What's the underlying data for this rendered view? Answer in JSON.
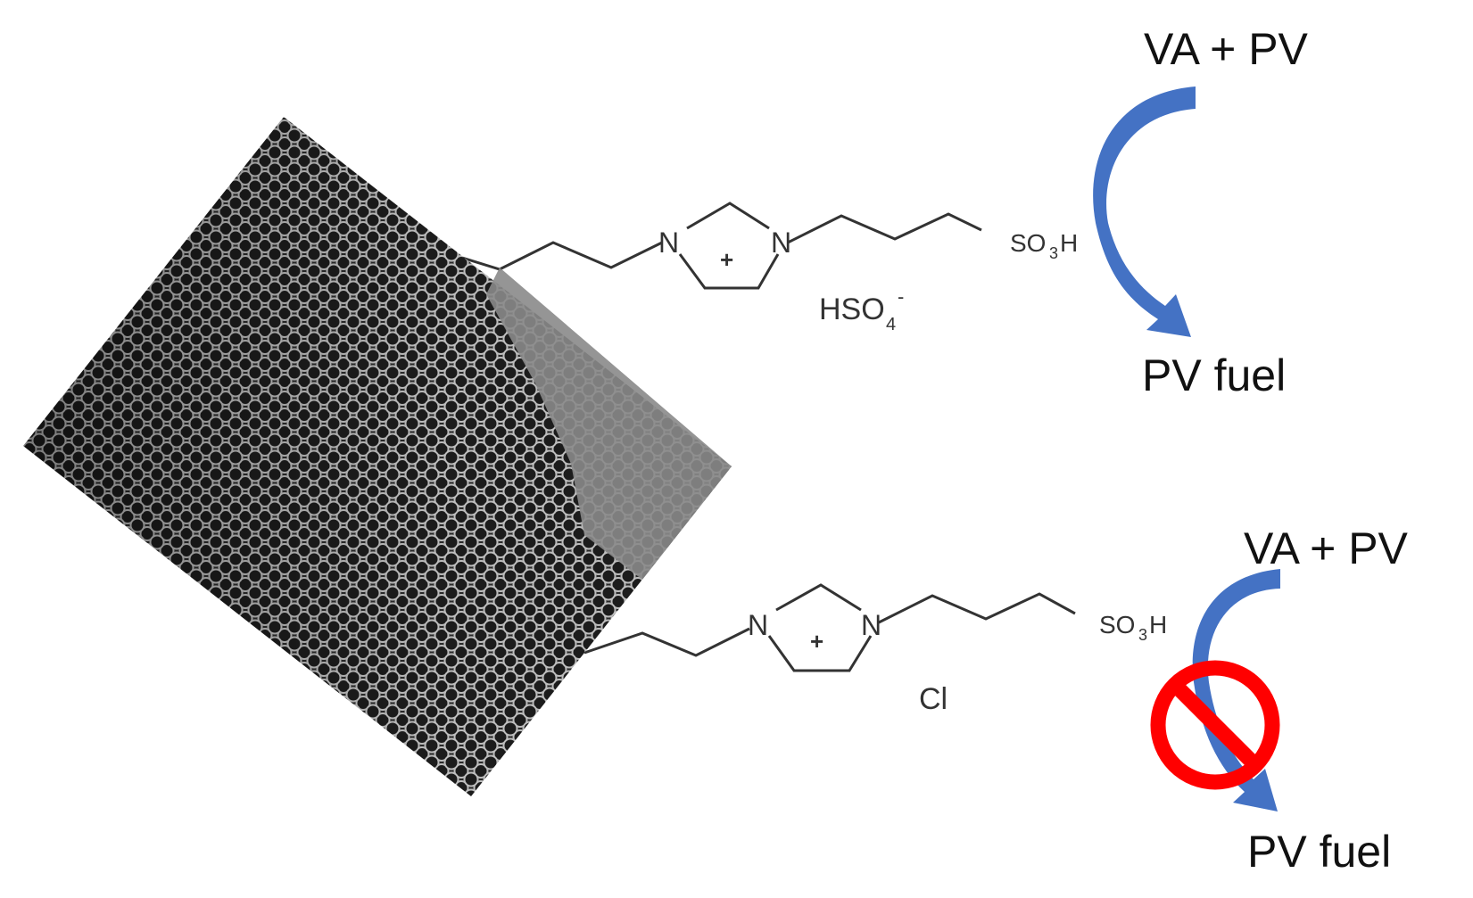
{
  "top_scheme": {
    "reactants": "VA + PV",
    "product": "PV fuel",
    "cation_plus": "+",
    "n_left": "N",
    "n_right": "N",
    "group_so": "SO",
    "group_3": "3",
    "group_h": "H",
    "anion_main": "HSO",
    "anion_sub": "4",
    "anion_sup": "-"
  },
  "bottom_scheme": {
    "reactants": "VA + PV",
    "product": "PV fuel",
    "cation_plus": "+",
    "n_left": "N",
    "n_right": "N",
    "group_so": "SO",
    "group_3": "3",
    "group_h": "H",
    "anion": "Cl"
  },
  "colors": {
    "arrow": "#4472c4",
    "prohibited": "#ff0000",
    "bond": "#333333",
    "micrograph_dark": "#2a2a2a",
    "micrograph_edge": "#8a8a8a"
  },
  "icons": {
    "curved_arrow": "curved-arrow-icon",
    "no_symbol": "prohibited-icon"
  }
}
